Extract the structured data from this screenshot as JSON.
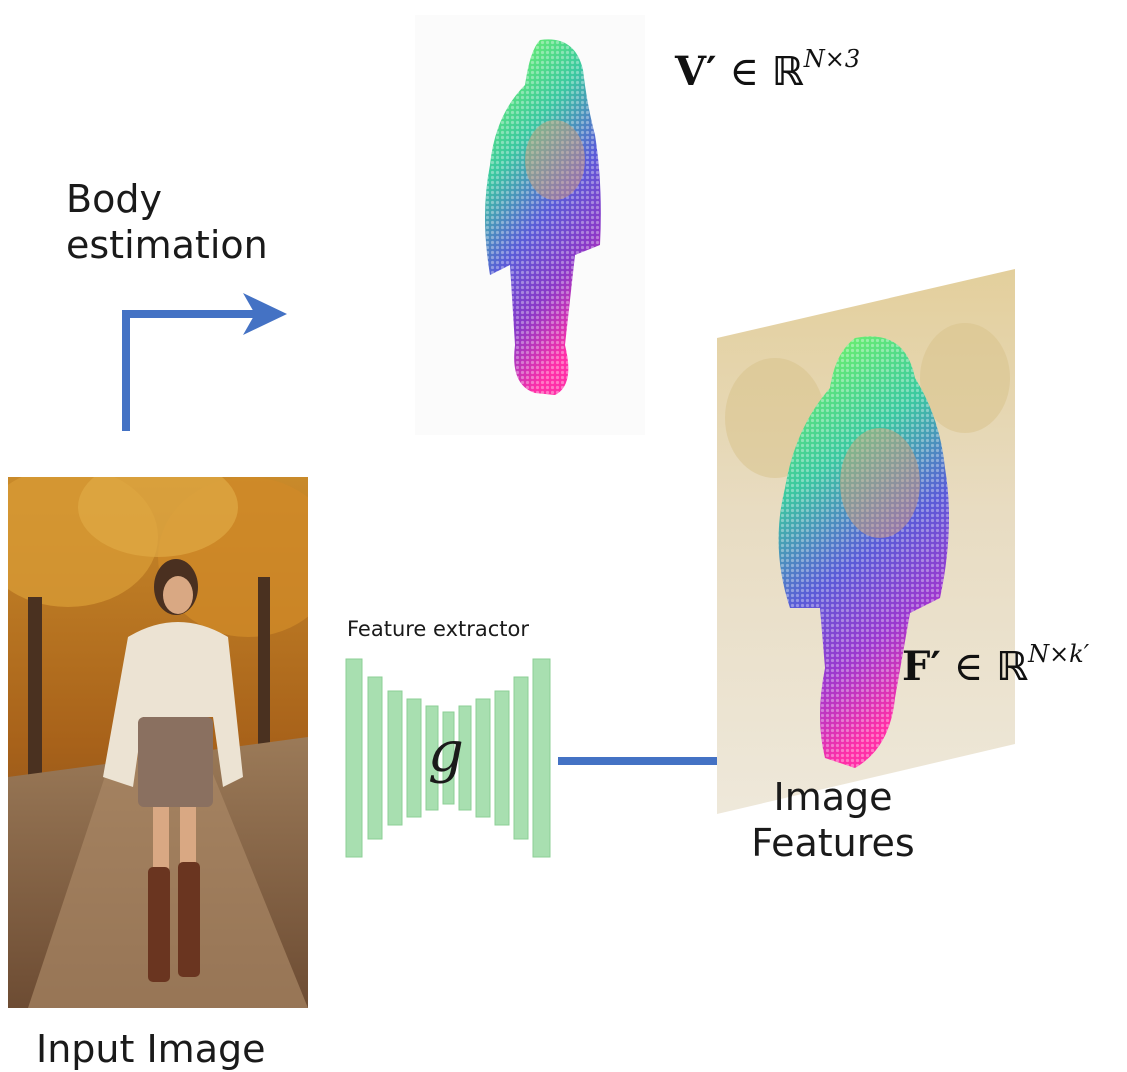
{
  "labels": {
    "body_estimation_line1": "Body",
    "body_estimation_line2": "estimation",
    "feature_extractor": "Feature extractor",
    "g": "g",
    "input_image": "Input Image",
    "image_features_line1": "Image",
    "image_features_line2": "Features"
  },
  "math": {
    "v_symbol": "V′",
    "v_in": "∈",
    "v_set": "ℝ",
    "v_sup": "N×3",
    "f_symbol": "F′",
    "f_in": "∈",
    "f_set": "ℝ",
    "f_sup": "N×k′"
  },
  "colors": {
    "arrow_blue": "#4472c4",
    "extractor_green": "#a8dfb0",
    "extractor_stroke": "#7fc98b",
    "photo_autumn": "#b8761f",
    "features_panel": "#e9e0cc"
  },
  "icons": {
    "body_estimation_arrow": "right-angle-arrow",
    "connector": "horizontal-line"
  }
}
